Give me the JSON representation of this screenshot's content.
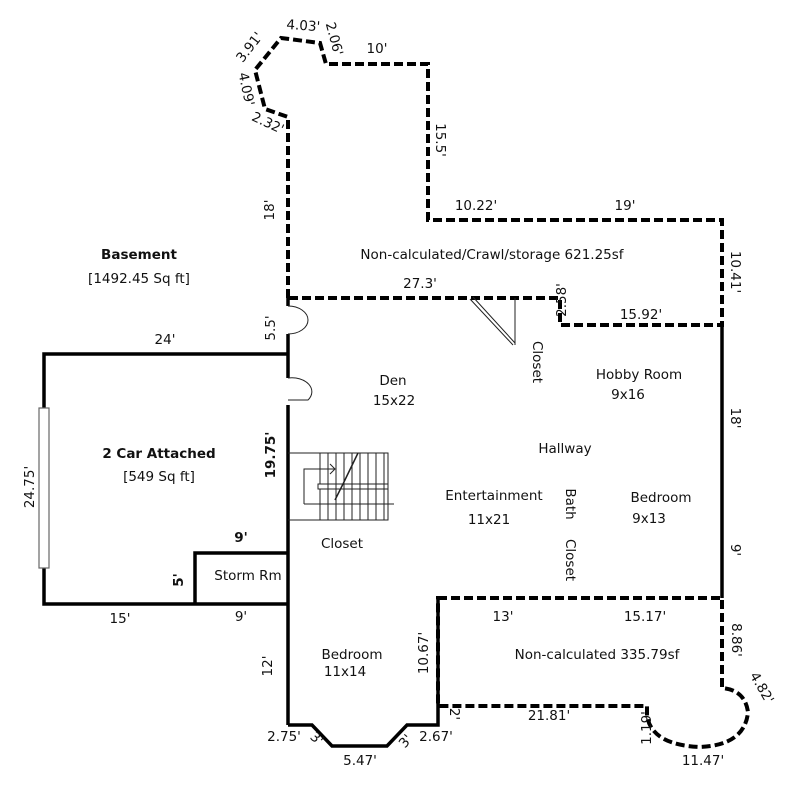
{
  "summary": {
    "basement_title": "Basement",
    "basement_area": "[1492.45 Sq ft]"
  },
  "garage": {
    "title": "2 Car Attached",
    "area": "[549 Sq ft]"
  },
  "rooms": {
    "crawl": "Non-calculated/Crawl/storage 621.25sf",
    "den": "Den",
    "den_size": "15x22",
    "closet_top": "Closet",
    "hobby": "Hobby Room",
    "hobby_size": "9x16",
    "hallway": "Hallway",
    "entertainment": "Entertainment",
    "entertainment_size": "11x21",
    "bath": "Bath",
    "closet_right": "Closet",
    "bedroom_right": "Bedroom",
    "bedroom_right_size": "9x13",
    "closet_stairs": "Closet",
    "storm": "Storm Rm",
    "bedroom_bottom": "Bedroom",
    "bedroom_bottom_size": "11x14",
    "noncalc": "Non-calculated 335.79sf"
  },
  "dims": {
    "d403": "4.03'",
    "d206": "2.06'",
    "d391": "3.91'",
    "d10": "10'",
    "d409": "4.09'",
    "d232": "2.32'",
    "d155": "15.5'",
    "d18a": "18'",
    "d1022": "10.22'",
    "d19": "19'",
    "d1041": "10.41'",
    "d273": "27.3'",
    "d258": "2.58'",
    "d1592": "15.92'",
    "d55": "5.5'",
    "d24": "24'",
    "d18b": "18'",
    "d1975": "19.75'",
    "d2475": "24.75'",
    "d9a": "9'",
    "d9b": "9'",
    "d5": "5'",
    "d15": "15'",
    "d9c": "9'",
    "d13": "13'",
    "d1517": "15.17'",
    "d886": "8.86'",
    "d12": "12'",
    "d1067": "10.67'",
    "d482": "4.82'",
    "d2": "2'",
    "d2181": "21.81'",
    "d119": "1.19'",
    "d275": "2.75'",
    "d3a": "3'",
    "d3b": "3'",
    "d267": "2.67'",
    "d547": "5.47'",
    "d1147": "11.47'"
  }
}
